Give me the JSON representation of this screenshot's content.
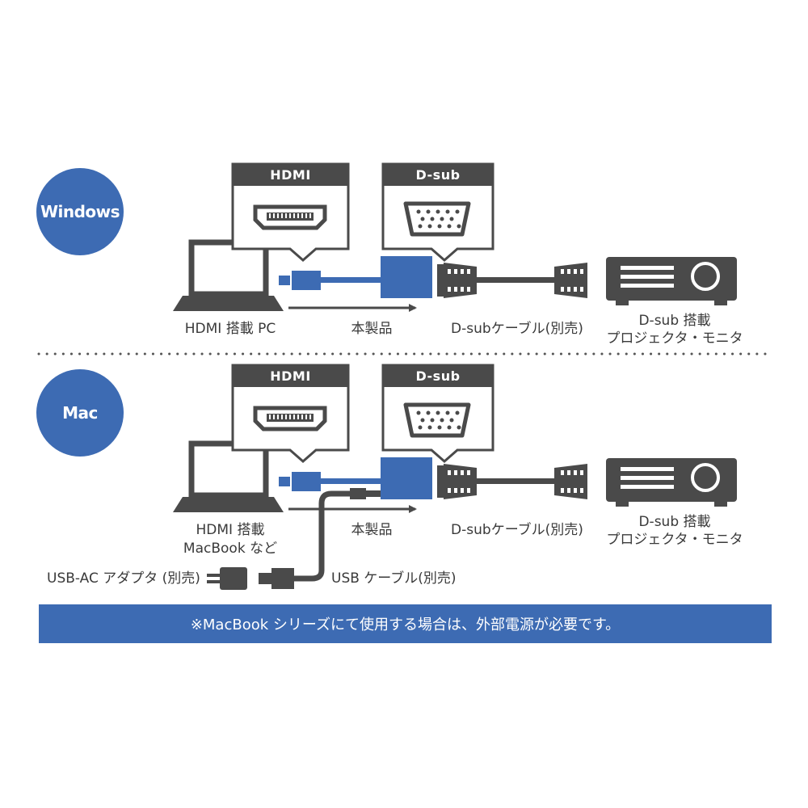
{
  "colors": {
    "accent": "#3d6bb3",
    "dark": "#4a4a4a",
    "text": "#3a3a3a",
    "note_bg": "#3d6bb3"
  },
  "sections": {
    "windows": {
      "badge": "Windows",
      "hdmi_tab": "HDMI",
      "dsub_tab": "D-sub",
      "pc_label": "HDMI 搭載 PC",
      "product_label": "本製品",
      "cable_label": "D-subケーブル(別売)",
      "display_label_line1": "D-sub 搭載",
      "display_label_line2": "プロジェクタ・モニタ"
    },
    "mac": {
      "badge": "Mac",
      "hdmi_tab": "HDMI",
      "dsub_tab": "D-sub",
      "pc_label_line1": "HDMI 搭載",
      "pc_label_line2": "MacBook など",
      "product_label": "本製品",
      "cable_label": "D-subケーブル(別売)",
      "display_label_line1": "D-sub 搭載",
      "display_label_line2": "プロジェクタ・モニタ",
      "usb_ac_label": "USB-AC アダプタ (別売)",
      "usb_cable_label": "USB ケーブル(別売)"
    }
  },
  "footer_note": "※MacBook シリーズにて使用する場合は、外部電源が必要です。",
  "icons": [
    "laptop-icon",
    "hdmi-port-icon",
    "dsub-port-icon",
    "hdmi-plug-icon",
    "adapter-icon",
    "dsub-connector-icon",
    "projector-icon",
    "arrow-icon",
    "usb-plug-icon",
    "ac-adapter-icon"
  ]
}
